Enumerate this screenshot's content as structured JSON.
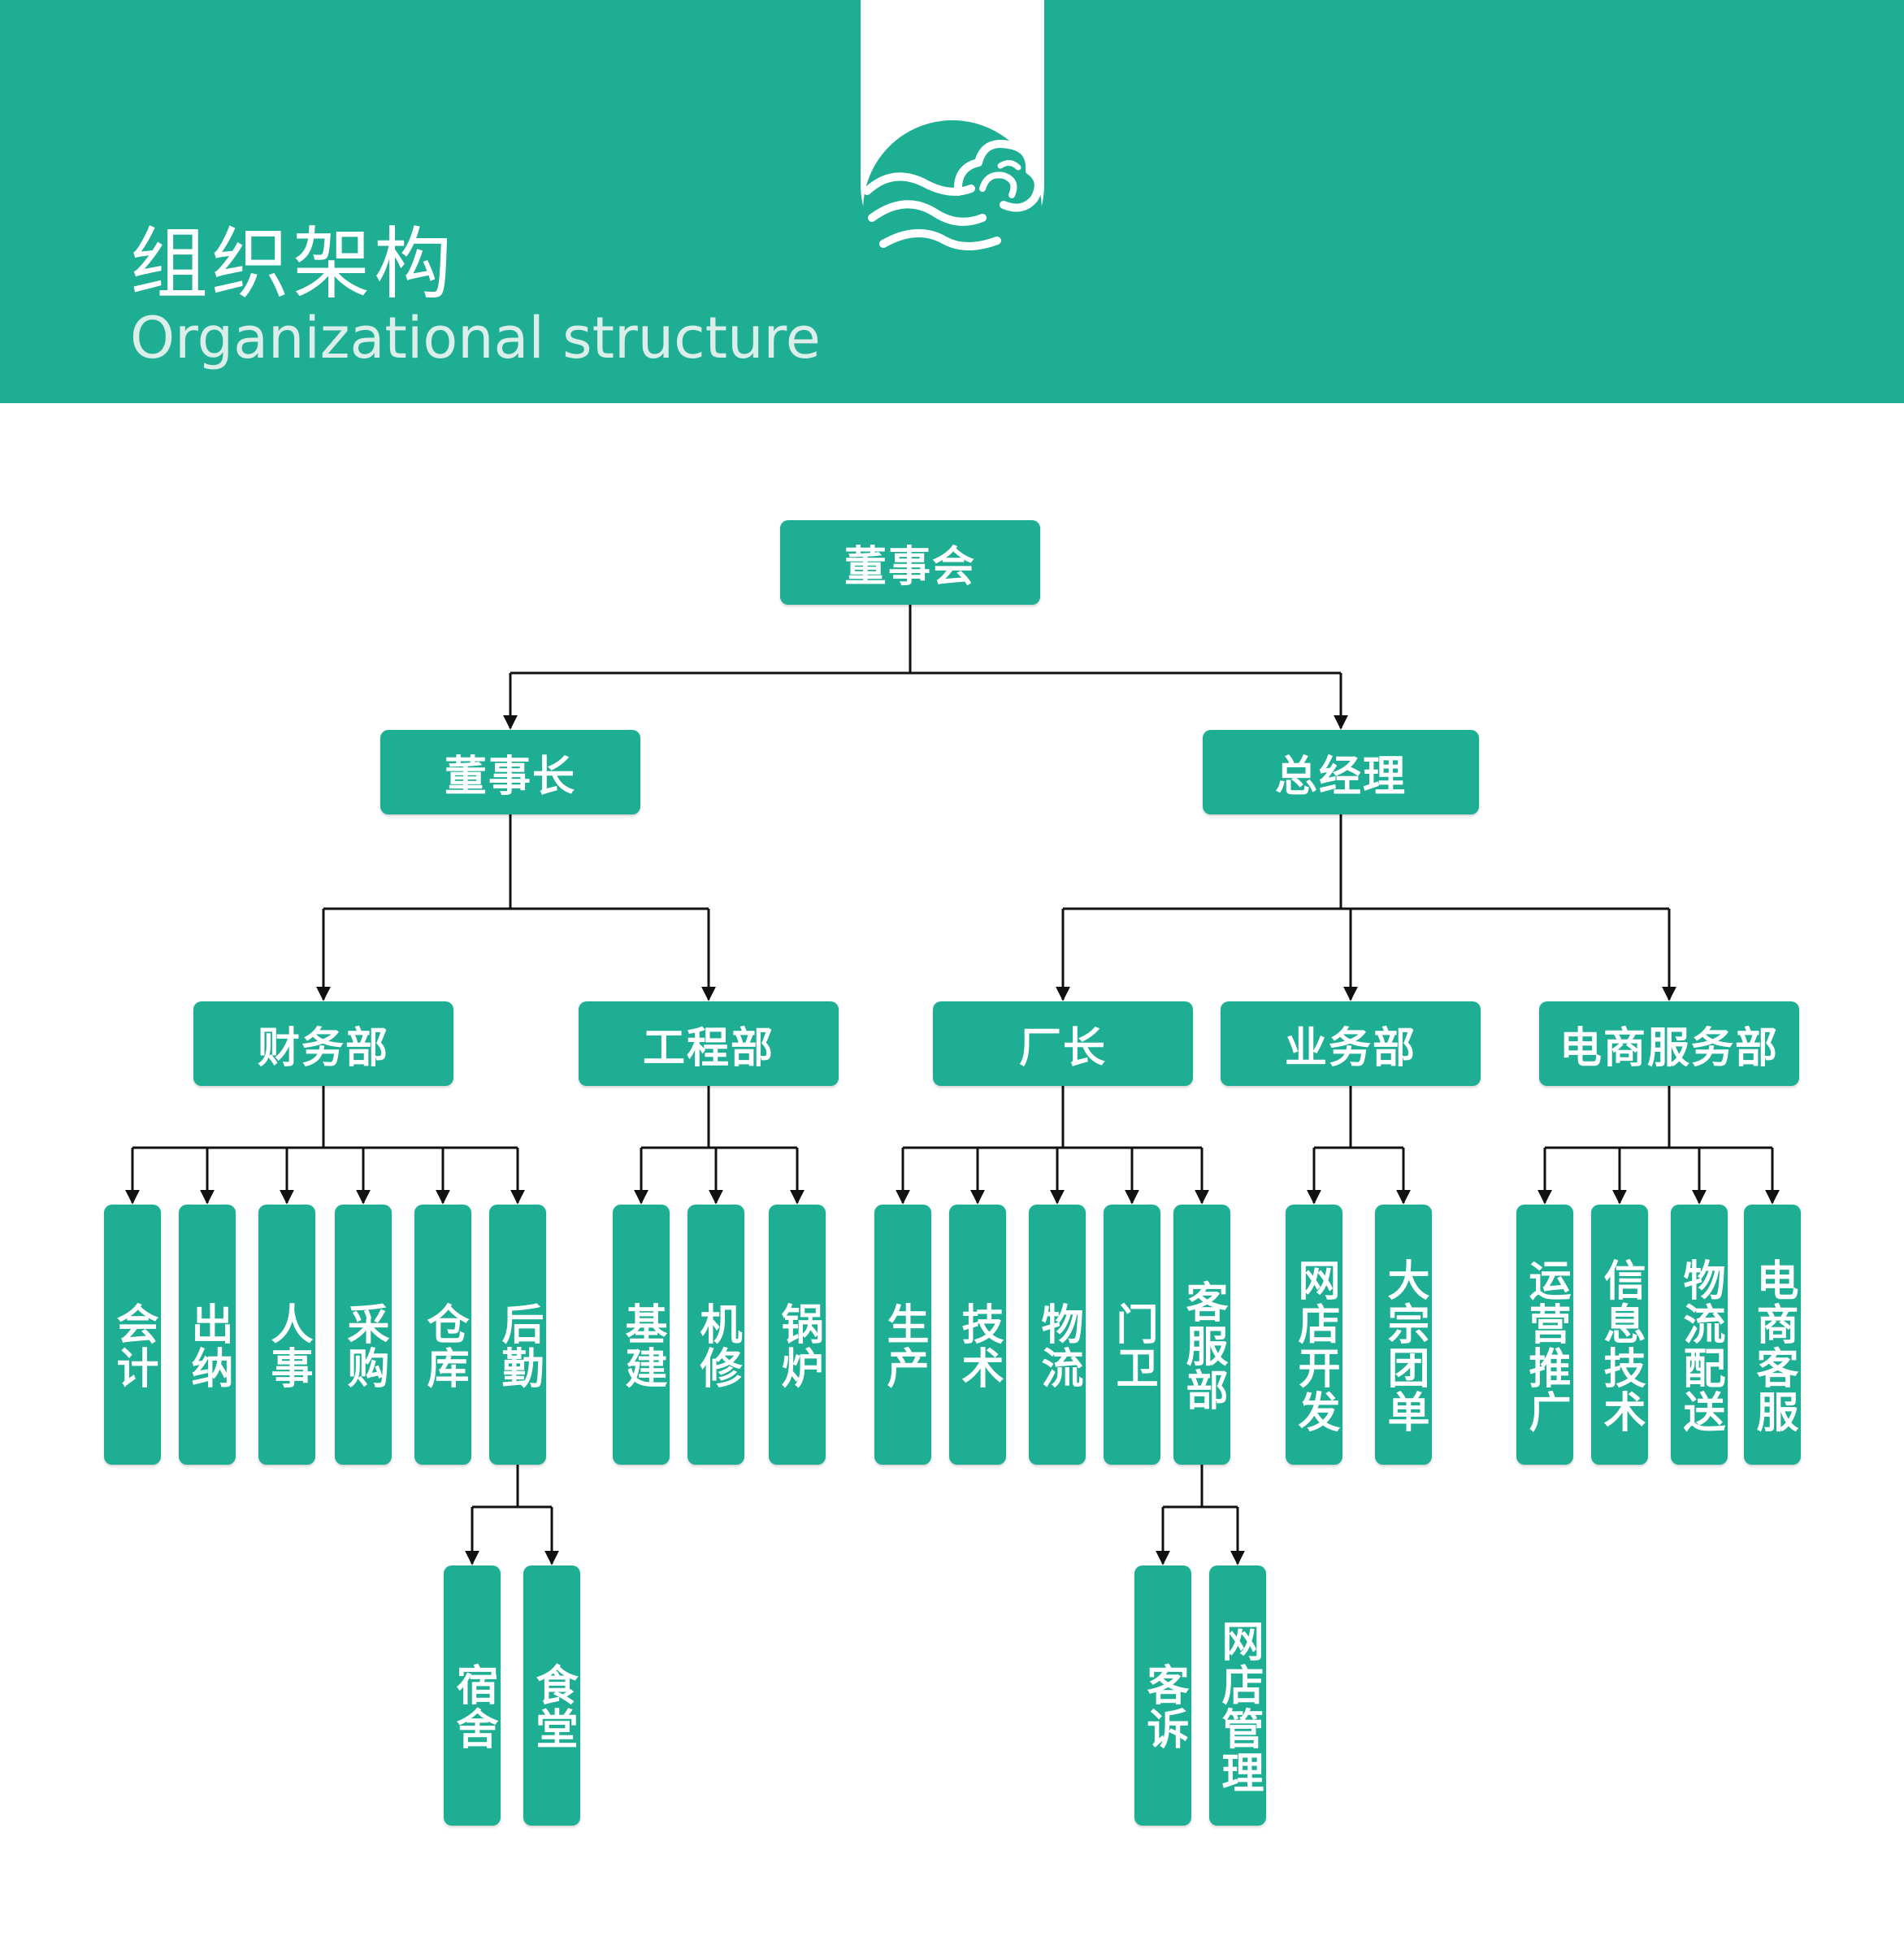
{
  "header": {
    "title_cn": "组织架构",
    "title_en": "Organizational structure",
    "logo_icon": "cloud-wave-logo-icon"
  },
  "colors": {
    "brand": "#1dae94",
    "text_light": "#ffffff",
    "connector": "#111111"
  },
  "org": {
    "root": "董事会",
    "level1": [
      "董事长",
      "总经理"
    ],
    "level2": [
      "财务部",
      "工程部",
      "厂长",
      "业务部",
      "电商服务部"
    ],
    "finance_units": [
      "会计",
      "出纳",
      "人事",
      "采购",
      "仓库",
      "后勤"
    ],
    "engineering_units": [
      "基建",
      "机修",
      "锅炉"
    ],
    "factory_units": [
      "生产",
      "技术",
      "物流",
      "门卫",
      "客服部"
    ],
    "business_units": [
      "网店开发",
      "大宗团单"
    ],
    "ecommerce_units": [
      "运营推广",
      "信息技术",
      "物流配送",
      "电商客服"
    ],
    "logistics_subunits": [
      "宿舍",
      "食堂"
    ],
    "service_subunits": [
      "客诉",
      "网店管理"
    ]
  }
}
